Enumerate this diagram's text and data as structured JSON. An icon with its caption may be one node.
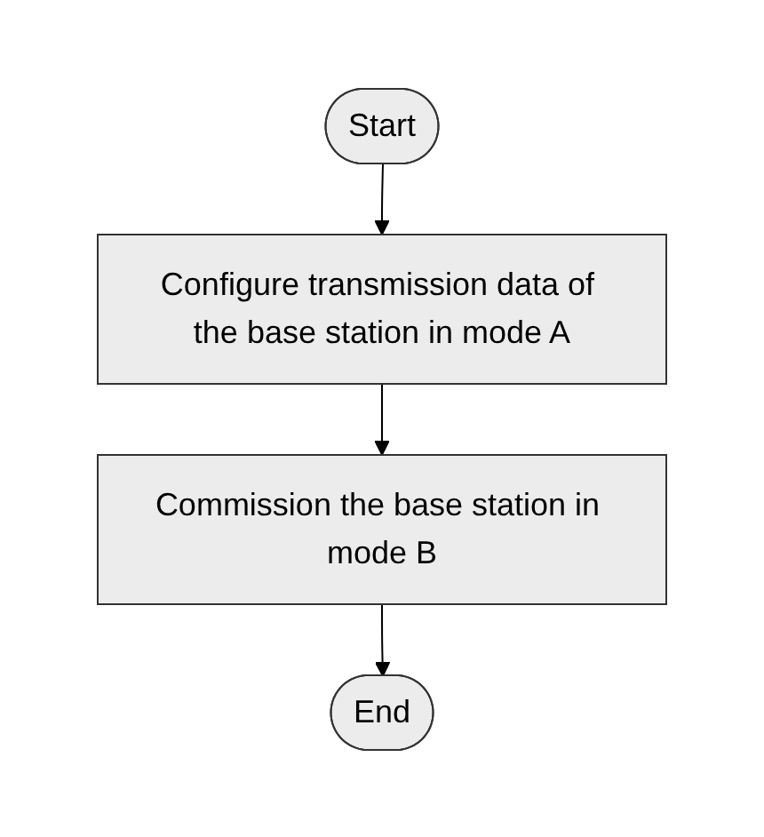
{
  "diagram": {
    "nodes": [
      {
        "text": [
          "Start"
        ]
      },
      {
        "text": [
          "Configure transmission data of the base station in mode A"
        ]
      },
      {
        "text": [
          "Commission the base station in mode B"
        ]
      },
      {
        "text": [
          "End"
        ]
      }
    ],
    "edges": [
      {
        "from": 0,
        "to": 1,
        "arrow": "to"
      },
      {
        "from": 1,
        "to": 2,
        "arrow": "to"
      },
      {
        "from": 2,
        "to": 3,
        "arrow": "to"
      }
    ]
  }
}
